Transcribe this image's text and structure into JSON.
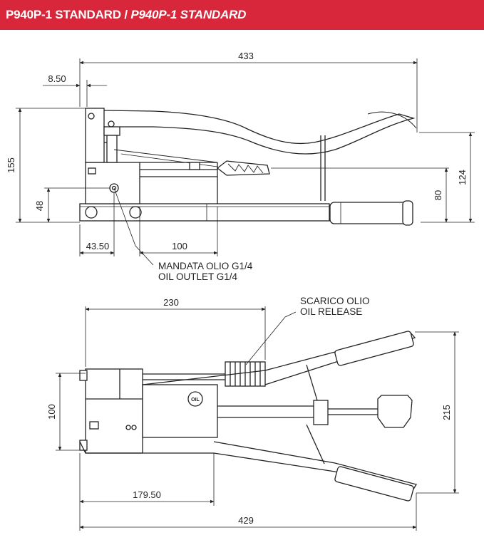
{
  "header": {
    "title": "P940P-1 STANDARD",
    "separator": "/",
    "title_italic": "P940P-1 STANDARD",
    "background": "#d8263a"
  },
  "side_view": {
    "dims": {
      "total_length": "433",
      "offset_top": "8.50",
      "height_left": "155",
      "outlet_height": "48",
      "outlet_offset": "43.50",
      "base_width": "100",
      "pedal_height": "80",
      "handle_height": "124"
    },
    "labels": {
      "outlet_it": "MANDATA OLIO G1/4",
      "outlet_en": "OIL OUTLET G1/4"
    }
  },
  "top_view": {
    "dims": {
      "pedal_dist": "230",
      "width_left": "100",
      "width_total": "215",
      "body_length": "179.50",
      "total_length": "429"
    },
    "labels": {
      "release_it": "SCARICO OLIO",
      "release_en": "OIL RELEASE",
      "oil_badge": "OIL"
    }
  }
}
